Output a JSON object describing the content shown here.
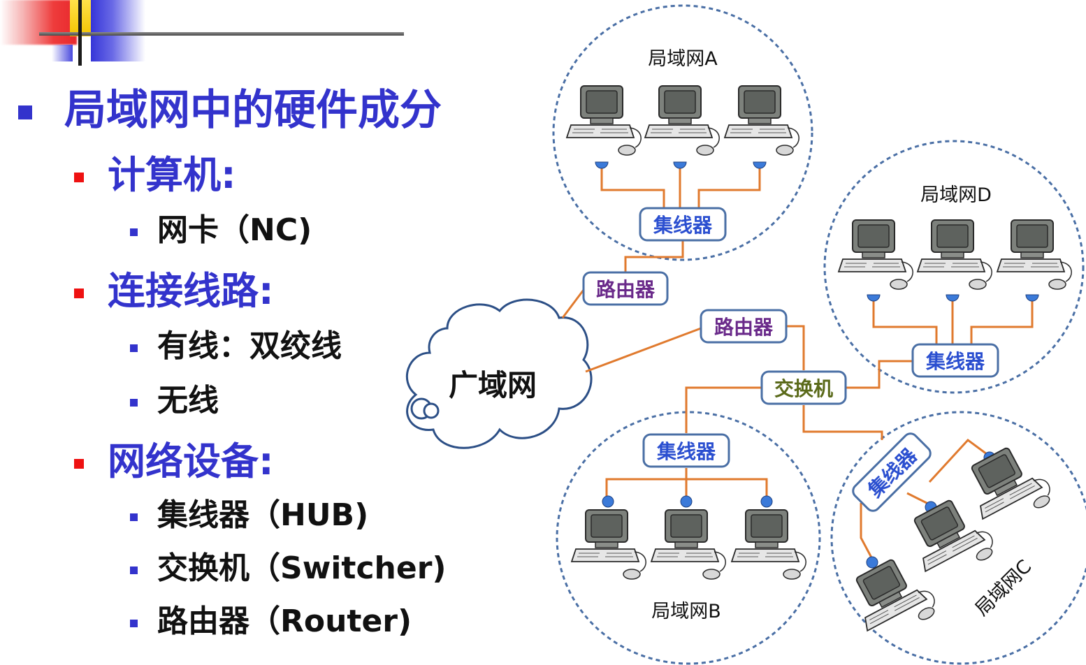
{
  "outline": {
    "title": "局域网中的硬件成分",
    "computers": {
      "label": "计算机:",
      "items": [
        "网卡（NC)"
      ]
    },
    "links": {
      "label": "连接线路:",
      "items": [
        "有线：双绞线",
        "无线"
      ]
    },
    "devices": {
      "label": "网络设备:",
      "items": [
        "集线器（HUB)",
        "交换机（Switcher)",
        "路由器（Router)"
      ]
    }
  },
  "diagram": {
    "wan": "广域网",
    "router1": "路由器",
    "router2": "路由器",
    "switch": "交换机",
    "lan_a": {
      "name": "局域网A",
      "hub": "集线器"
    },
    "lan_b": {
      "name": "局域网B",
      "hub": "集线器"
    },
    "lan_c": {
      "name": "局域网C",
      "hub": "集线器"
    },
    "lan_d": {
      "name": "局域网D",
      "hub": "集线器"
    }
  },
  "colors": {
    "title_blue": "#3333cc",
    "bullet_red": "#ee1111",
    "cable_orange": "#e07a2e",
    "hub_text": "#2b4fd0",
    "router_text": "#6a2a8a",
    "switch_text": "#5a6a1a",
    "circle_dash": "#4a6fa5"
  }
}
